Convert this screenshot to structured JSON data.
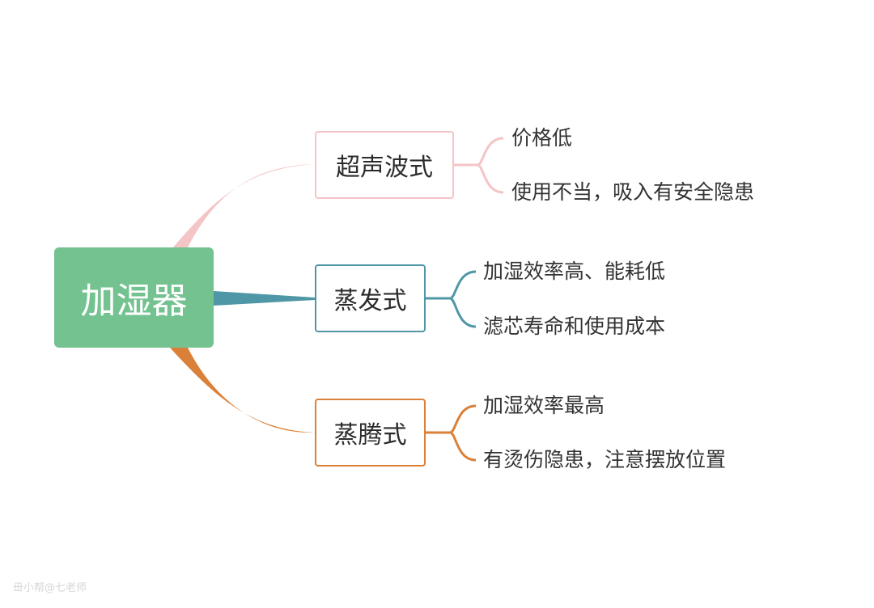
{
  "root": {
    "label": "加湿器",
    "color": "#73c290"
  },
  "branches": [
    {
      "label": "超声波式",
      "color": "#f4c4c6",
      "leaves": [
        "价格低",
        "使用不当，吸入有安全隐患"
      ]
    },
    {
      "label": "蒸发式",
      "color": "#4f97a6",
      "leaves": [
        "加湿效率高、能耗低",
        "滤芯寿命和使用成本"
      ]
    },
    {
      "label": "蒸腾式",
      "color": "#da8038",
      "leaves": [
        "加湿效率最高",
        "有烫伤隐患，注意摆放位置"
      ]
    }
  ],
  "watermark": "毌小帮@七老师"
}
